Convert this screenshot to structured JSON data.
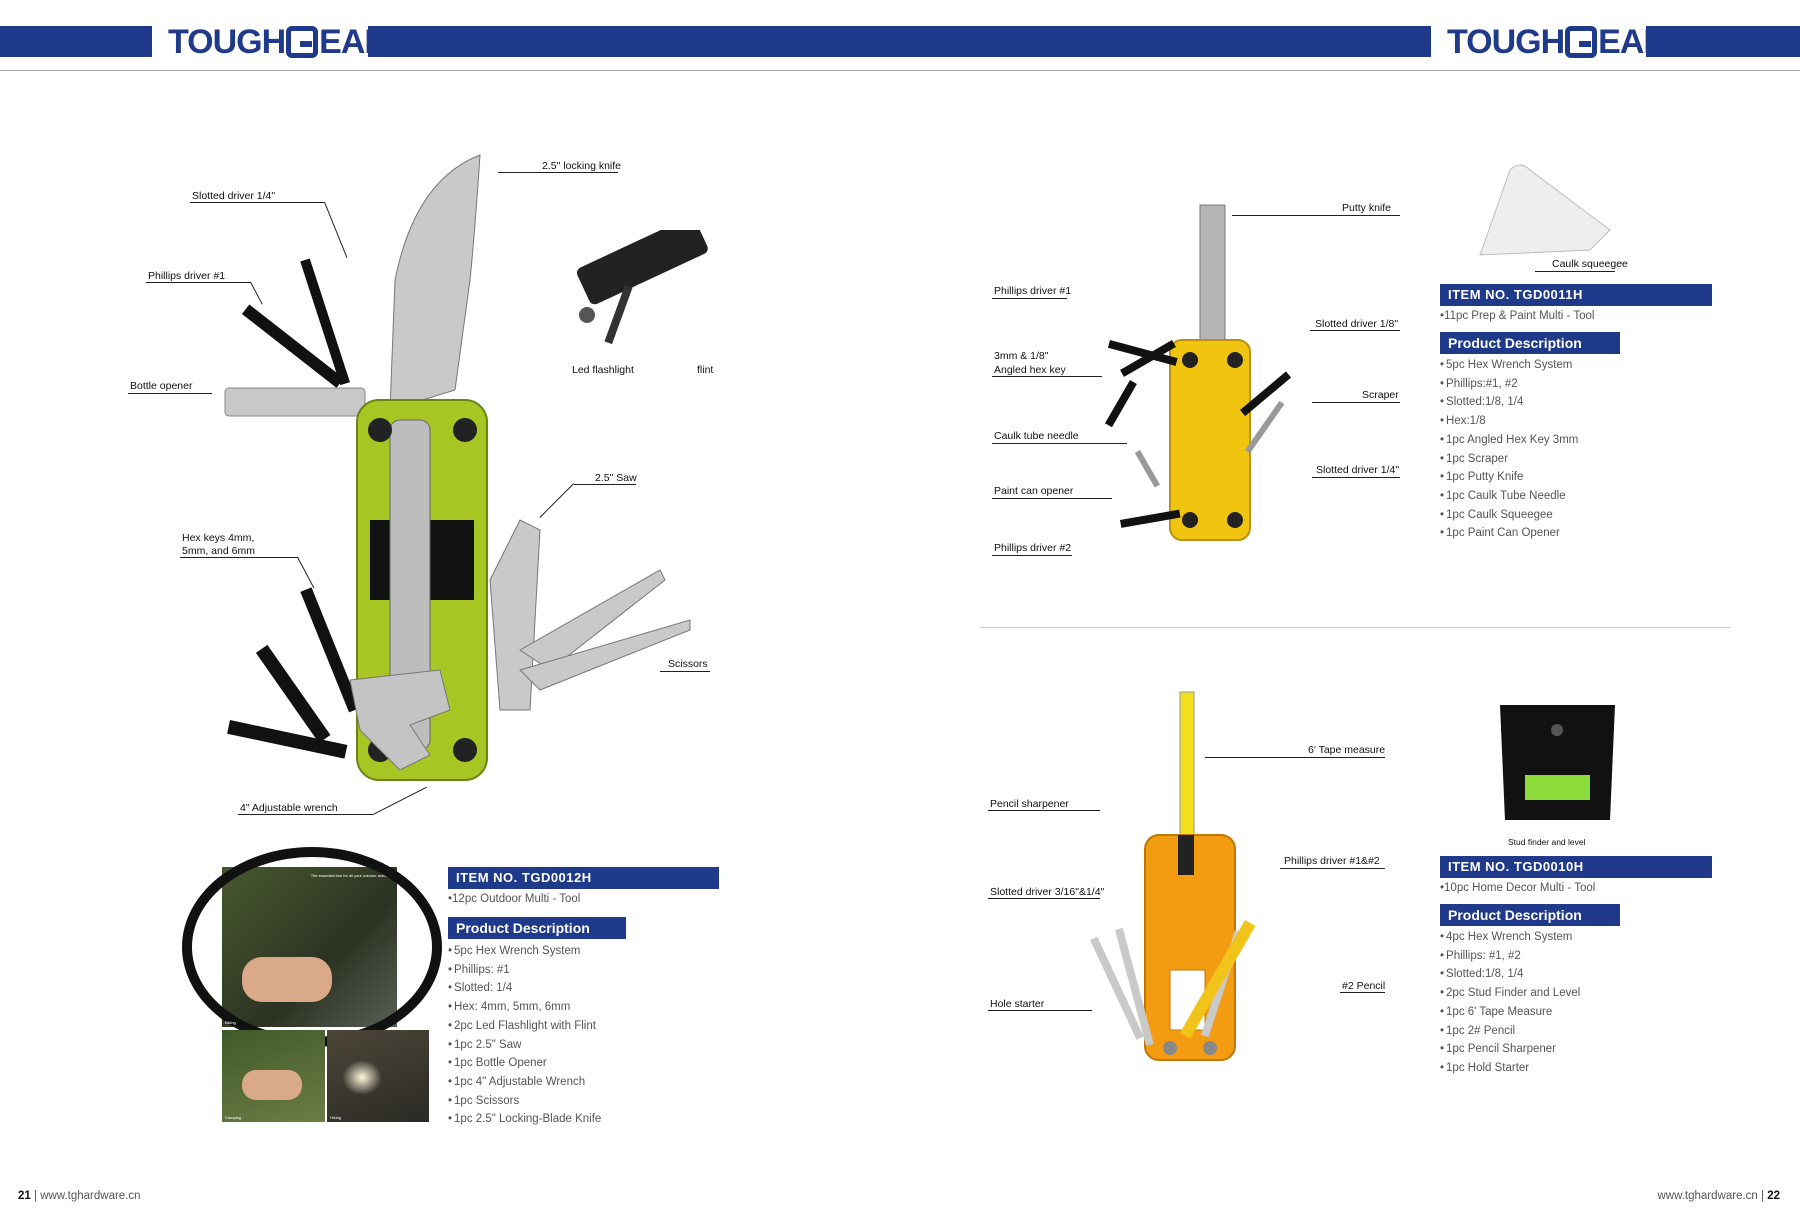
{
  "header": {
    "brand_left": "TOUGH",
    "brand_right": "EAR"
  },
  "tool1": {
    "labels": {
      "locking_knife": "2.5\" locking knife",
      "slotted_driver": "Slotted driver 1/4\"",
      "phillips_driver": "Phillips driver #1",
      "bottle_opener": "Bottle opener",
      "led_flashlight": "Led flashlight",
      "flint": "flint",
      "saw": "2.5\" Saw",
      "hex_keys_1": "Hex keys 4mm,",
      "hex_keys_2": "5mm, and 6mm",
      "scissors": "Scissors",
      "adj_wrench": "4\" Adjustable wrench"
    },
    "photo_caption": "The essential tool for all your outdoor activities",
    "photo_tags": [
      "Biking",
      "Camping",
      "Hiking"
    ],
    "item_no": "ITEM  NO.  TGD0012H",
    "subtitle": "12pc Outdoor Multi - Tool",
    "desc_title": "Product Description",
    "desc": [
      "5pc Hex Wrench System",
      "Phillips:  #1",
      "Slotted: 1/4",
      "Hex: 4mm, 5mm, 6mm",
      "2pc   Led  Flashlight  with  Flint",
      "1pc   2.5\"   Saw",
      "1pc   Bottle  Opener",
      "1pc   4\"  Adjustable  Wrench",
      "1pc   Scissors",
      "1pc   2.5\"   Locking-Blade  Knife"
    ]
  },
  "tool2": {
    "labels": {
      "putty_knife": "Putty knife",
      "phillips1": "Phillips driver #1",
      "slotted18": "Slotted driver 1/8\"",
      "hex_key_1": "3mm & 1/8\"",
      "hex_key_2": "Angled hex key",
      "scraper": "Scraper",
      "caulk_needle": "Caulk tube needle",
      "slotted14": "Slotted driver 1/4\"",
      "paint_can": "Paint can opener",
      "phillips2": "Phillips driver #2",
      "squeegee": "Caulk squeegee"
    },
    "item_no": "ITEM  NO.  TGD0011H",
    "subtitle": "11pc Prep & Paint Multi - Tool",
    "desc_title": "Product Description",
    "desc": [
      "5pc Hex Wrench System",
      "Phillips:#1,  #2",
      "Slotted:1/8,  1/4",
      "Hex:1/8",
      "1pc  Angled Hex Key 3mm",
      "1pc   Scraper",
      "1pc   Putty  Knife",
      "1pc   Caulk  Tube  Needle",
      "1pc   Caulk Squeegee",
      "1pc   Paint Can  Opener"
    ]
  },
  "tool3": {
    "labels": {
      "tape": "6' Tape measure",
      "sharpener": "Pencil sharpener",
      "phillips": "Phillips driver #1&#2",
      "slotted": "Slotted driver 3/16\"&1/4\"",
      "pencil": "#2 Pencil",
      "hole": "Hole starter",
      "stud": "Stud finder and level"
    },
    "item_no": "ITEM  NO.  TGD0010H",
    "subtitle": "10pc Home Decor Multi - Tool",
    "desc_title": "Product Description",
    "desc": [
      "4pc Hex Wrench System",
      "Phillips: #1,  #2",
      "Slotted:1/8,  1/4",
      "2pc  Stud Finder and Level",
      "1pc   6' Tape Measure",
      "1pc   2#  Pencil",
      "1pc   Pencil Sharpener",
      "1pc   Hold Starter"
    ]
  },
  "footer": {
    "left_page": "21",
    "left_url": "www.tghardware.cn",
    "right_url": "www.tghardware.cn",
    "right_page": "22"
  }
}
